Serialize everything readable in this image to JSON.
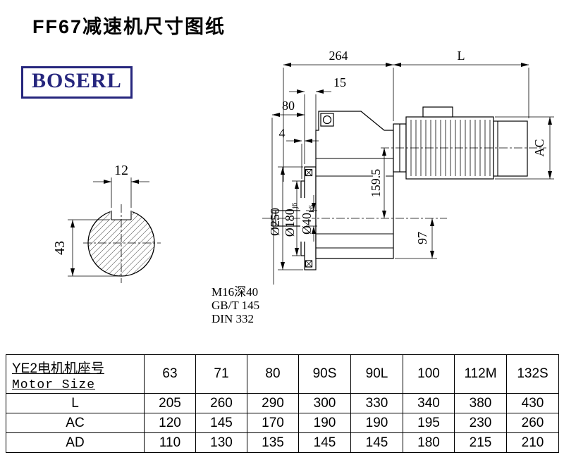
{
  "page": {
    "title": "FF67减速机尺寸图纸",
    "brand": "BOSERL"
  },
  "drawing": {
    "dim_264": "264",
    "dim_L": "L",
    "dim_15": "15",
    "dim_80": "80",
    "dim_4": "4",
    "dim_AC": "AC",
    "dim_159_5": "159.5",
    "dim_97": "97",
    "dim_12": "12",
    "dim_43": "43",
    "dia_250": "Ø250",
    "dia_180": {
      "main": "Ø180",
      "sub": "j6"
    },
    "dia_40": {
      "main": "Ø40",
      "sub": "k6"
    },
    "note_thread": "M16深40",
    "note_gb": "GB/T 145",
    "note_din": "DIN 332"
  },
  "table": {
    "header_cn": "YE2电机机座号",
    "header_en": "Motor Size",
    "sizes": [
      "63",
      "71",
      "80",
      "90S",
      "90L",
      "100",
      "112M",
      "132S"
    ],
    "rows": [
      {
        "label": "L",
        "values": [
          "205",
          "260",
          "290",
          "300",
          "330",
          "340",
          "380",
          "430"
        ]
      },
      {
        "label": "AC",
        "values": [
          "120",
          "145",
          "170",
          "190",
          "190",
          "195",
          "230",
          "260"
        ]
      },
      {
        "label": "AD",
        "values": [
          "110",
          "130",
          "135",
          "145",
          "145",
          "180",
          "215",
          "210"
        ]
      }
    ]
  }
}
